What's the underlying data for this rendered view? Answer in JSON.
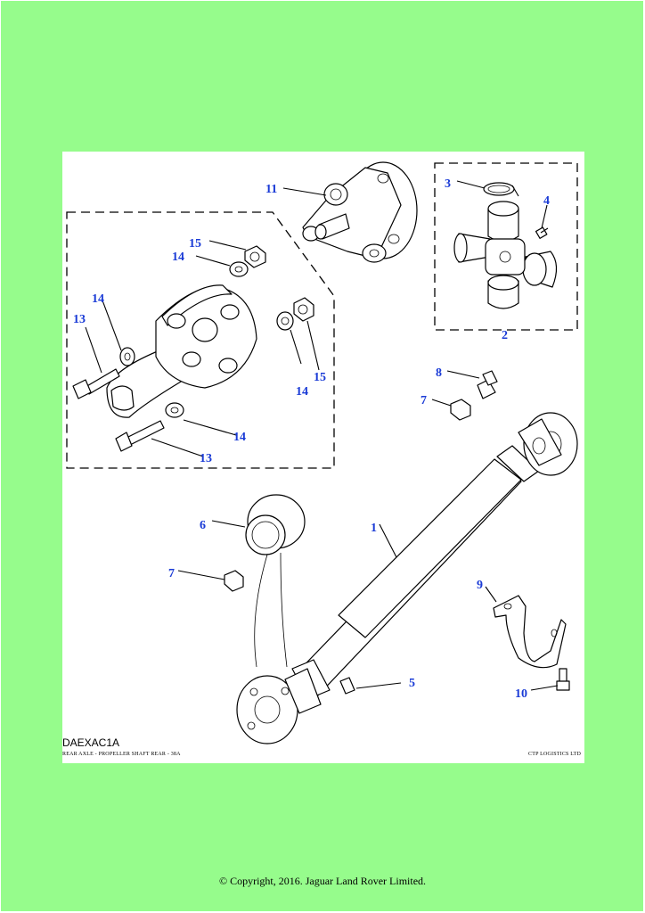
{
  "diagram": {
    "code": "DAEXAC1A",
    "caption_left": "REAR AXLE - PROPELLER SHAFT REAR - 38A",
    "caption_right": "CTP LOGISTICS LTD",
    "callouts": {
      "c1": "1",
      "c2": "2",
      "c3": "3",
      "c4": "4",
      "c5": "5",
      "c6": "6",
      "c7a": "7",
      "c7b": "7",
      "c8": "8",
      "c9": "9",
      "c10": "10",
      "c11": "11",
      "c13a": "13",
      "c13b": "13",
      "c14a": "14",
      "c14b": "14",
      "c14c": "14",
      "c14d": "14",
      "c15a": "15",
      "c15b": "15"
    },
    "colors": {
      "background": "#96fc8c",
      "sheet": "#ffffff",
      "callout": "#1a3bd6"
    }
  },
  "footer": {
    "copyright": "© Copyright, 2016. Jaguar Land Rover Limited."
  }
}
